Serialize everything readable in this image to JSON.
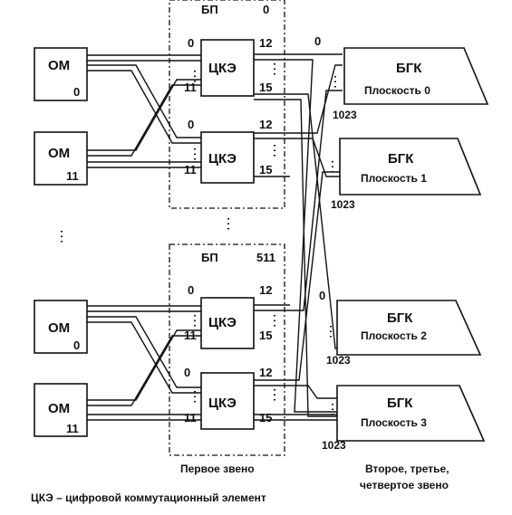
{
  "bp_top": {
    "label": "БП",
    "num": "0"
  },
  "bp_bottom": {
    "label": "БП",
    "num": "511"
  },
  "om": [
    {
      "label": "ОМ",
      "num": "0"
    },
    {
      "label": "ОМ",
      "num": "11"
    },
    {
      "label": "ОМ",
      "num": "0"
    },
    {
      "label": "ОМ",
      "num": "11"
    }
  ],
  "ckse": [
    {
      "label": "ЦКЭ",
      "in_top": "0",
      "in_bottom": "11",
      "out_top": "12",
      "out_bottom": "15"
    },
    {
      "label": "ЦКЭ",
      "in_top": "0",
      "in_bottom": "11",
      "out_top": "12",
      "out_bottom": "15"
    },
    {
      "label": "ЦКЭ",
      "in_top": "0",
      "in_bottom": "11",
      "out_top": "12",
      "out_bottom": "15"
    },
    {
      "label": "ЦКЭ",
      "in_top": "0",
      "in_bottom": "11",
      "out_top": "12",
      "out_bottom": "15"
    }
  ],
  "bgk": [
    {
      "label": "БГК",
      "plane": "Плоскость 0",
      "in_top": "0",
      "in_bottom": "1023"
    },
    {
      "label": "БГК",
      "plane": "Плоскость 1",
      "in_bottom": "1023"
    },
    {
      "label": "БГК",
      "plane": "Плоскость 2",
      "in_top": "0",
      "in_bottom": "1023"
    },
    {
      "label": "БГК",
      "plane": "Плоскость 3",
      "in_bottom": "1023"
    }
  ],
  "captions": {
    "first_stage": "Первое звено",
    "other_stages_line1": "Второе, третье,",
    "other_stages_line2": "четвертое звено",
    "legend": "ЦКЭ – цифровой коммутационный элемент"
  }
}
